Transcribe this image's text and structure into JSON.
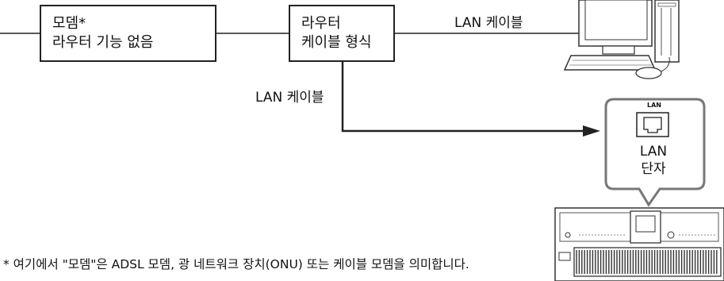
{
  "modem_box": {
    "line1": "모뎀*",
    "line2": "라우터 기능 없음"
  },
  "router_box": {
    "line1": "라우터",
    "line2": "케이블 형식"
  },
  "cable_label_top": "LAN 케이블",
  "cable_label_mid": "LAN 케이블",
  "port_callout": {
    "small_label": "LAN",
    "line1": "LAN",
    "line2": "단자"
  },
  "footnote": "* 여기에서 \"모뎀\"은 ADSL 모뎀, 광 네트워크 장치(ONU) 또는 케이블 모뎀을 의미합니다."
}
